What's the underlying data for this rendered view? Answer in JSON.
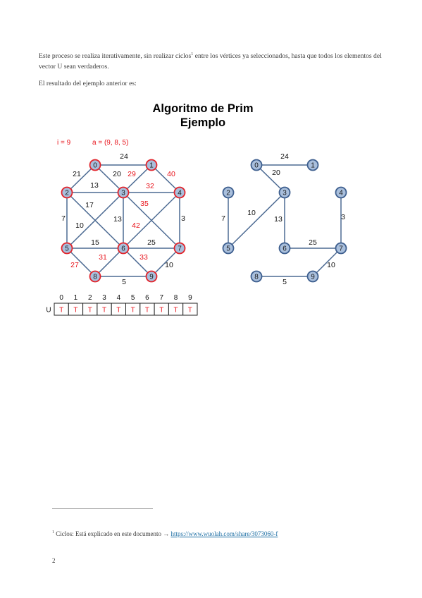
{
  "body": {
    "para1_a": "Este proceso se realiza iterativamente, sin realizar ciclos",
    "para1_sup": "1",
    "para1_b": " entre los vértices ya seleccionados, hasta que todos los elementos del vector U sean verdaderos.",
    "para2": "El resultado del ejemplo anterior es:"
  },
  "figure": {
    "title_line1": "Algoritmo de Prim",
    "title_line2": "Ejemplo",
    "info_i": "i = 9",
    "info_a": "a = (9, 8, 5)",
    "colors": {
      "node_fill": "#a9bfdc",
      "node_stroke_left": "#e2242b",
      "node_stroke_right": "#3d5e8e",
      "edge": "#4c6a92",
      "highlight": "#e8141c"
    },
    "left_graph": {
      "nodes": [
        "0",
        "1",
        "2",
        "3",
        "4",
        "5",
        "6",
        "7",
        "8",
        "9"
      ],
      "edges": [
        {
          "from": "0",
          "to": "1",
          "label": "24",
          "red": false
        },
        {
          "from": "0",
          "to": "2",
          "label": "21",
          "red": false
        },
        {
          "from": "0",
          "to": "3",
          "label": "20",
          "red": false
        },
        {
          "from": "1",
          "to": "3",
          "label": "29",
          "red": true
        },
        {
          "from": "1",
          "to": "4",
          "label": "40",
          "red": true
        },
        {
          "from": "2",
          "to": "3",
          "label": "13",
          "red": false
        },
        {
          "from": "3",
          "to": "4",
          "label": "32",
          "red": true
        },
        {
          "from": "2",
          "to": "6",
          "label": "17",
          "red": false
        },
        {
          "from": "2",
          "to": "5",
          "label": "7",
          "red": false
        },
        {
          "from": "3",
          "to": "5",
          "label": "10",
          "red": false
        },
        {
          "from": "3",
          "to": "6",
          "label": "13",
          "red": false
        },
        {
          "from": "3",
          "to": "7",
          "label": "35",
          "red": true
        },
        {
          "from": "4",
          "to": "6",
          "label": "42",
          "red": true
        },
        {
          "from": "4",
          "to": "7",
          "label": "3",
          "red": false
        },
        {
          "from": "5",
          "to": "6",
          "label": "15",
          "red": false
        },
        {
          "from": "6",
          "to": "7",
          "label": "25",
          "red": false
        },
        {
          "from": "5",
          "to": "8",
          "label": "27",
          "red": true
        },
        {
          "from": "6",
          "to": "8",
          "label": "31",
          "red": true
        },
        {
          "from": "6",
          "to": "9",
          "label": "33",
          "red": true
        },
        {
          "from": "7",
          "to": "9",
          "label": "10",
          "red": false
        },
        {
          "from": "8",
          "to": "9",
          "label": "5",
          "red": false
        }
      ]
    },
    "right_graph": {
      "nodes": [
        "0",
        "1",
        "2",
        "3",
        "4",
        "5",
        "6",
        "7",
        "8",
        "9"
      ],
      "edges": [
        {
          "from": "0",
          "to": "1",
          "label": "24"
        },
        {
          "from": "0",
          "to": "3",
          "label": "20"
        },
        {
          "from": "3",
          "to": "5",
          "label": "10"
        },
        {
          "from": "3",
          "to": "6",
          "label": "13"
        },
        {
          "from": "6",
          "to": "7",
          "label": "25"
        },
        {
          "from": "4",
          "to": "7",
          "label": "3"
        },
        {
          "from": "7",
          "to": "9",
          "label": "10"
        },
        {
          "from": "8",
          "to": "9",
          "label": "5"
        },
        {
          "from": "2",
          "to": "5",
          "label": "7"
        }
      ]
    },
    "vector": {
      "label": "U",
      "indices": [
        "0",
        "1",
        "2",
        "3",
        "4",
        "5",
        "6",
        "7",
        "8",
        "9"
      ],
      "values": [
        "T",
        "T",
        "T",
        "T",
        "T",
        "T",
        "T",
        "T",
        "T",
        "T"
      ]
    }
  },
  "footnote": {
    "mark": "1",
    "text": " Ciclos: Está explicado en este documento → ",
    "link": "https://www.wuolah.com/share/3073060-f"
  },
  "page_number": "2"
}
